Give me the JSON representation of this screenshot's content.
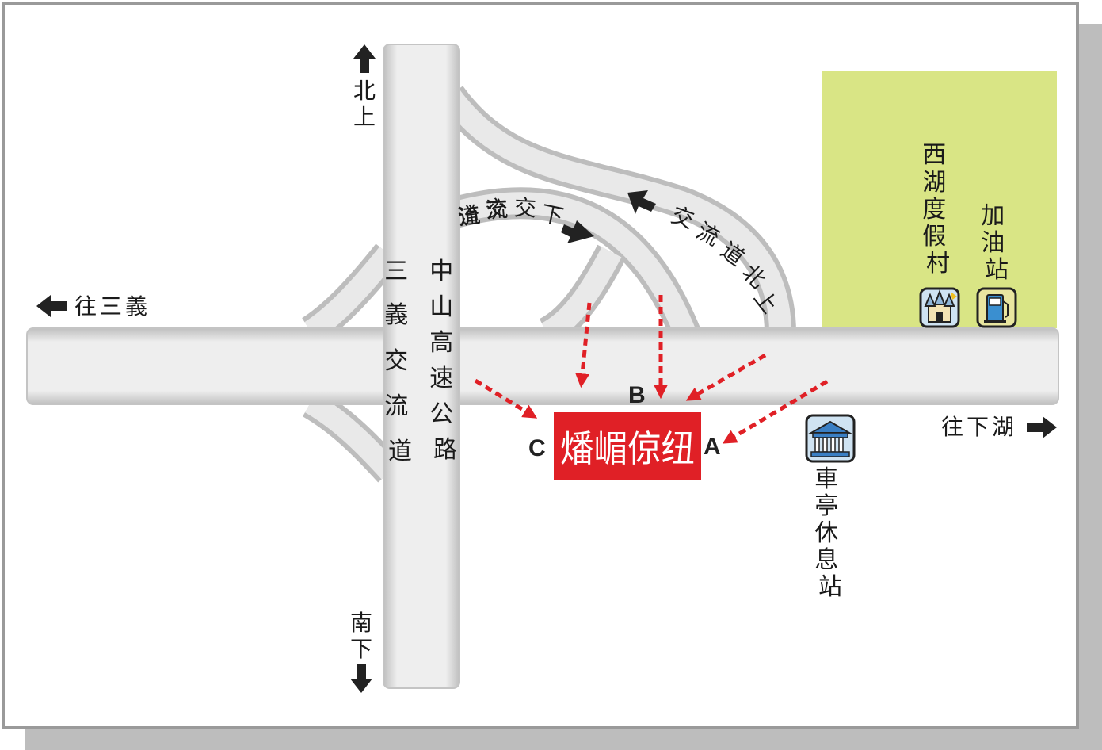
{
  "colors": {
    "road": "#e6e6e6",
    "road_edge": "#b8b8b8",
    "destination_bg": "#e02026",
    "arrow_red": "#e02026",
    "green_area": "#d9e585",
    "frame": "#9a9a9a"
  },
  "destination": {
    "name": "燔嵋倞纽"
  },
  "directions": {
    "north": "北上",
    "south": "南下",
    "west": "往三義",
    "east": "往下湖"
  },
  "roads": {
    "highway": "中山高速公路",
    "sanyi_interchange": "三義交流道",
    "north_ramp": "交流道北上",
    "south_ramp": "下交流道"
  },
  "entrances": {
    "a": "A",
    "b": "B",
    "c": "C"
  },
  "landmarks": {
    "resort": {
      "name": "西湖度假村",
      "icon": "castle-icon"
    },
    "gas_station": {
      "name": "加油站",
      "icon": "fuel-pump-icon"
    },
    "rest_stop": {
      "name": "車亭休息站",
      "icon": "building-icon"
    }
  }
}
